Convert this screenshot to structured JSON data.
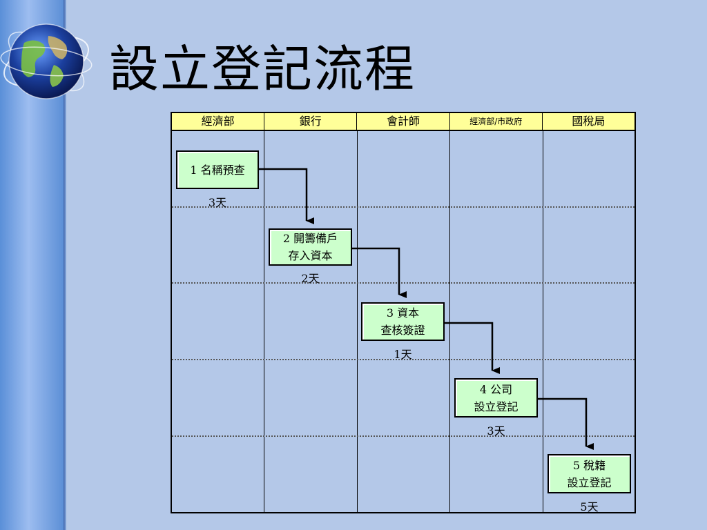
{
  "slide": {
    "title": "設立登記流程",
    "colors": {
      "background": "#b4c8e8",
      "header_fill": "#ffff99",
      "step_fill": "#ccffcc",
      "band": "#5a8fd8"
    },
    "decoration": {
      "globe": "globe-icon"
    }
  },
  "flow": {
    "columns": [
      "經濟部",
      "銀行",
      "會計師",
      "經濟部/市政府",
      "國稅局"
    ],
    "steps": [
      {
        "number": "1",
        "line1": "1 名稱預查",
        "line2": "",
        "days": "3天",
        "column": "經濟部"
      },
      {
        "number": "2",
        "line1": "2 開籌備戶",
        "line2": "存入資本",
        "days": "2天",
        "column": "銀行"
      },
      {
        "number": "3",
        "line1": "3 資本",
        "line2": "查核簽證",
        "days": "1天",
        "column": "會計師"
      },
      {
        "number": "4",
        "line1": "4 公司",
        "line2": "設立登記",
        "days": "3天",
        "column": "經濟部/市政府"
      },
      {
        "number": "5",
        "line1": "5 稅籍",
        "line2": "設立登記",
        "days": "5天",
        "column": "國稅局"
      }
    ],
    "connections": [
      {
        "from": "1",
        "to": "2"
      },
      {
        "from": "2",
        "to": "3"
      },
      {
        "from": "3",
        "to": "4"
      },
      {
        "from": "4",
        "to": "5"
      }
    ]
  }
}
